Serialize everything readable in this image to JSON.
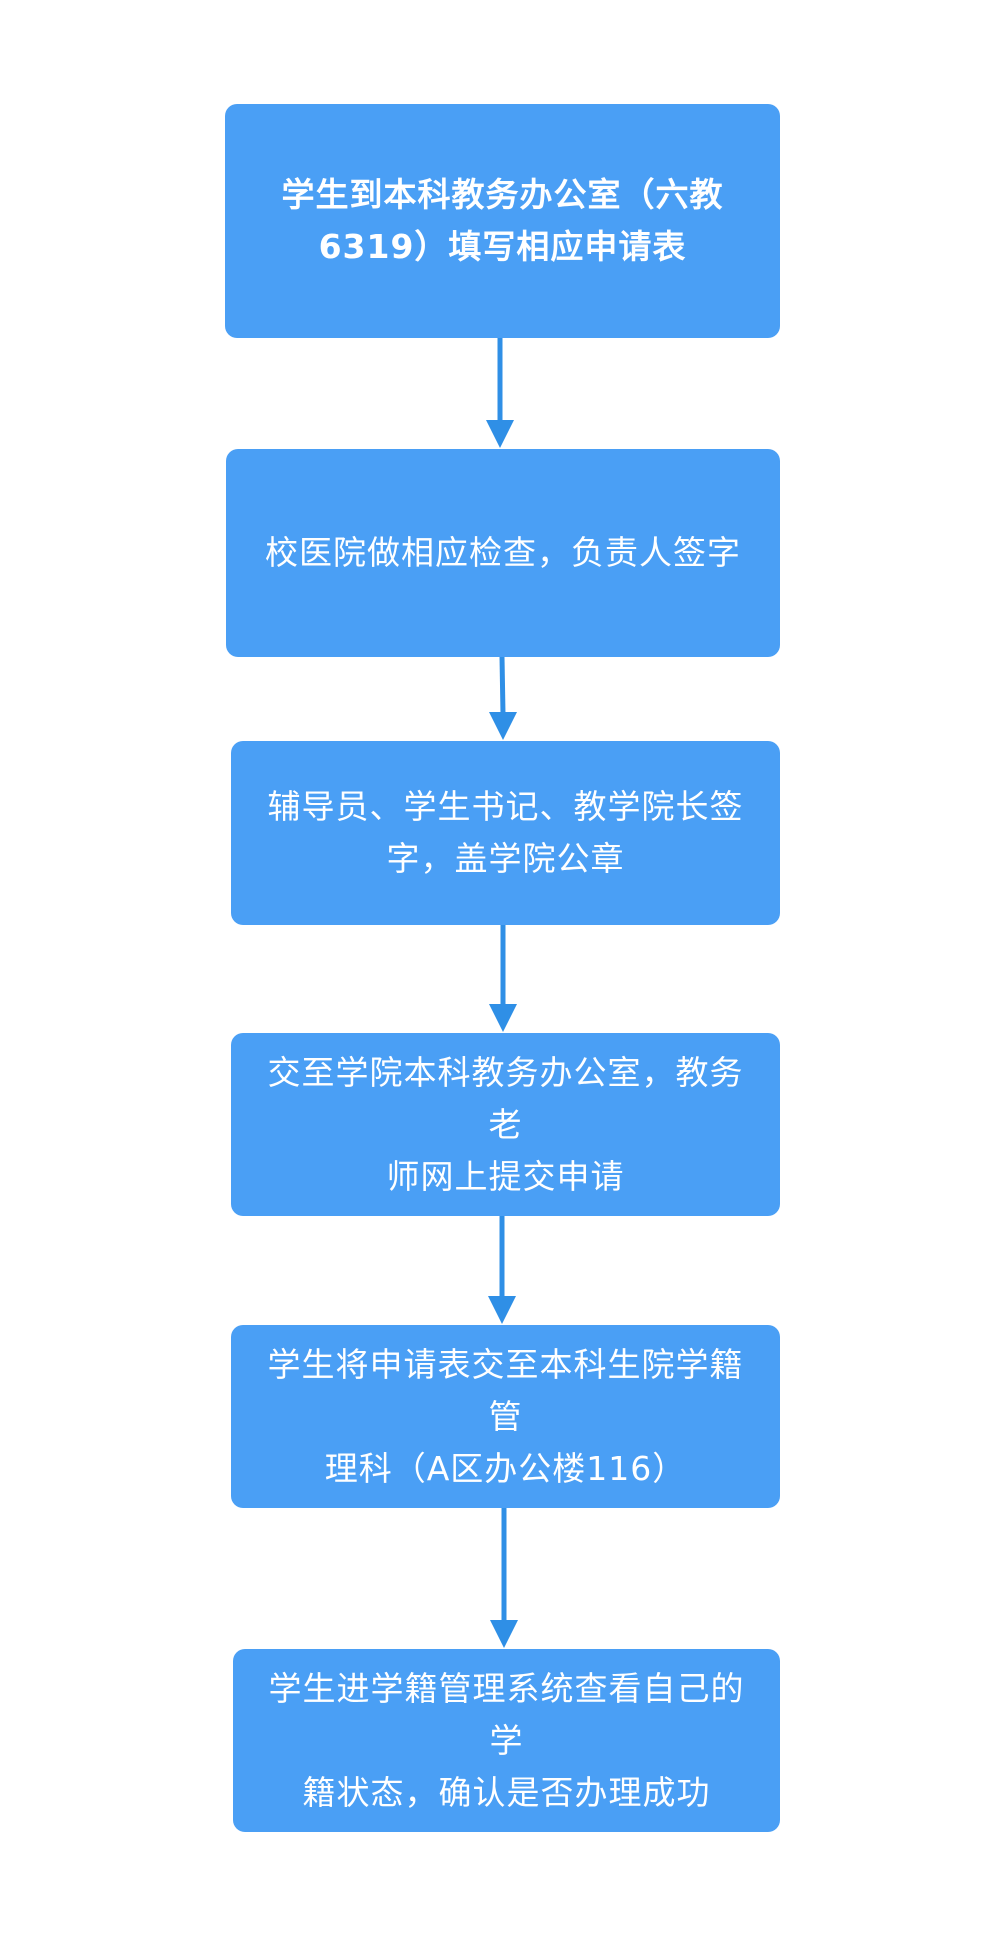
{
  "flowchart": {
    "steps": [
      {
        "lines": [
          "学生到本科教务办公室（六教",
          "6319）填写相应申请表"
        ]
      },
      {
        "lines": [
          "校医院做相应检查，负责人签字"
        ]
      },
      {
        "lines": [
          "辅导员、学生书记、教学院长签",
          "字，盖学院公章"
        ]
      },
      {
        "lines": [
          "交至学院本科教务办公室，教务老",
          "师网上提交申请"
        ]
      },
      {
        "lines": [
          "学生将申请表交至本科生院学籍管",
          "理科（A区办公楼116）"
        ]
      },
      {
        "lines": [
          "学生进学籍管理系统查看自己的学",
          "籍状态，确认是否办理成功"
        ]
      }
    ]
  },
  "colors": {
    "box_fill": "#4a9ff5",
    "arrow": "#2f8fe6",
    "text": "#ffffff"
  }
}
